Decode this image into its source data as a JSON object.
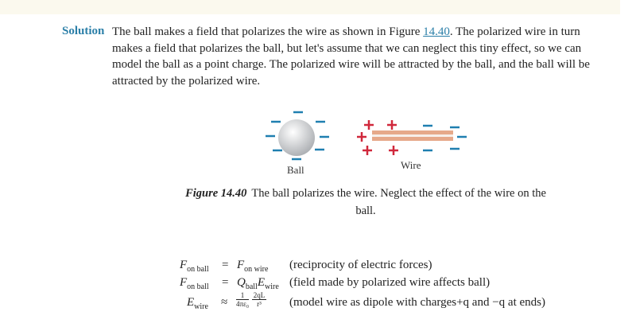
{
  "solution_label": "Solution",
  "paragraph": {
    "before_link": "The ball makes a field that polarizes the wire as shown in Figure ",
    "link": "14.40",
    "after_link": ". The polarized wire in turn makes a field that polarizes the ball, but let's assume that we can neglect this tiny effect, so we can model the ball as a point charge. The polarized wire will be attracted by the ball, and the ball will be attracted by the polarized wire."
  },
  "figure": {
    "ball_label": "Ball",
    "wire_label": "Wire",
    "caption_label": "Figure 14.40",
    "caption_text": "The ball polarizes the wire. Neglect the effect of the wire on the ball."
  },
  "equations": [
    {
      "lhs": "F",
      "lhs_sub": "on ball",
      "op": "=",
      "rhs": "F",
      "rhs_sub": "on wire",
      "note": "(reciprocity of electric forces)"
    },
    {
      "lhs": "F",
      "lhs_sub": "on ball",
      "op": "=",
      "rhs": "Q",
      "rhs_sub": "ball",
      "rhs2": "E",
      "rhs2_sub": "wire",
      "note": "(field made by polarized wire affects ball)"
    },
    {
      "lhs": "E",
      "lhs_sub": "wire",
      "op": "≈",
      "f1n": "1",
      "f1d": "4πε₀",
      "f2n": "2qL",
      "f2d": "r³",
      "note": "(model wire as dipole with charges+q and −q at ends)"
    }
  ],
  "colors": {
    "accent": "#2b7fa8",
    "plus": "#d0283c",
    "minus": "#1f7fb0"
  }
}
